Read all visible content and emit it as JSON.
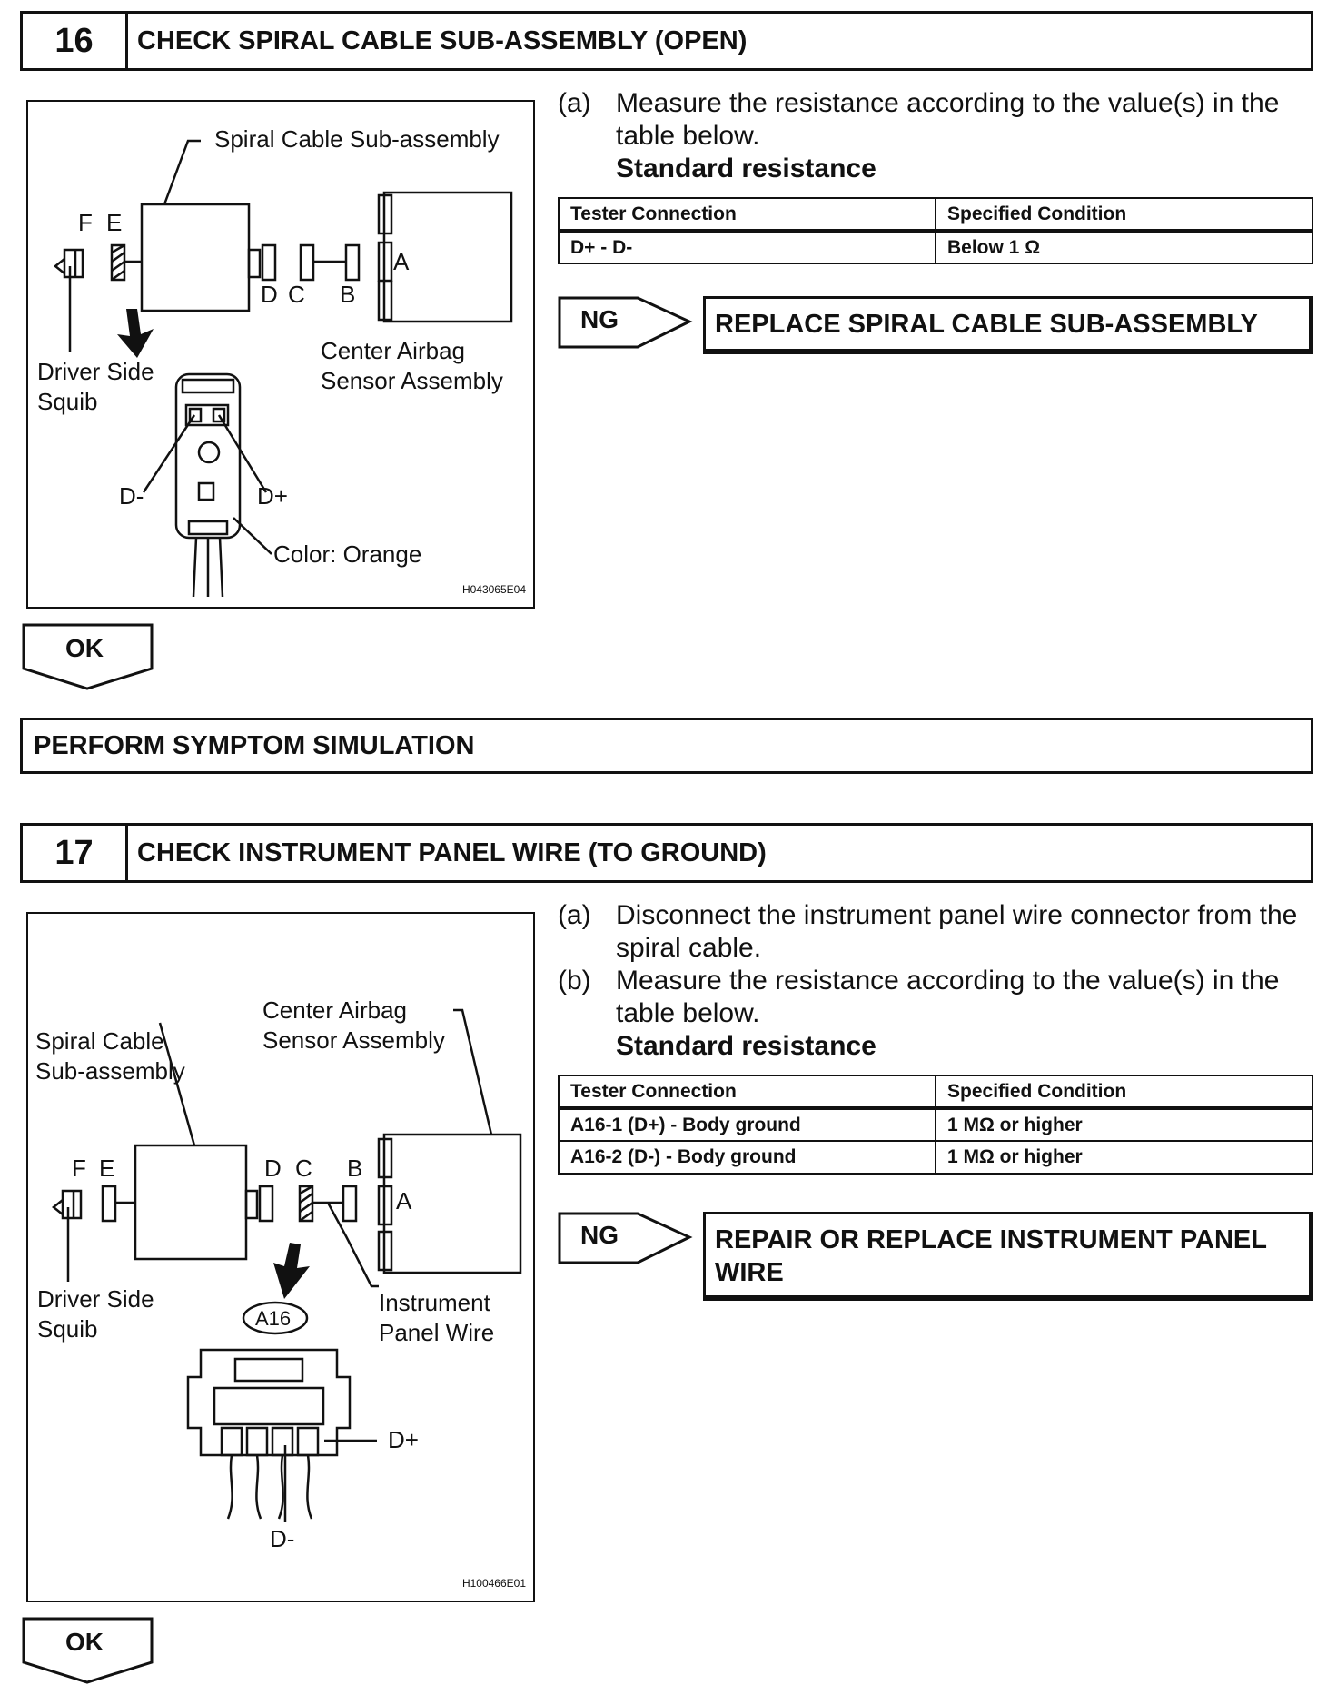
{
  "step16": {
    "number": "16",
    "title": "CHECK SPIRAL CABLE SUB-ASSEMBLY (OPEN)",
    "figure": {
      "labels": {
        "spiral_cable": "Spiral Cable Sub-assembly",
        "f": "F",
        "e": "E",
        "d": "D",
        "c": "C",
        "b": "B",
        "a": "A",
        "center_airbag": "Center Airbag\nSensor Assembly",
        "driver_side_squib": "Driver Side\nSquib",
        "d_minus": "D-",
        "d_plus": "D+",
        "color": "Color: Orange"
      },
      "code": "H043065E04"
    },
    "instructions": [
      {
        "label": "(a)",
        "text": "Measure the resistance according to the value(s) in the table below."
      }
    ],
    "standard_heading": "Standard resistance",
    "table": {
      "headers": [
        "Tester Connection",
        "Specified Condition"
      ],
      "rows": [
        [
          "D+ - D-",
          "Below 1 Ω"
        ]
      ]
    },
    "ng_label": "NG",
    "ng_action": "REPLACE SPIRAL CABLE SUB-ASSEMBLY",
    "ok_label": "OK"
  },
  "simulation_title": "PERFORM SYMPTOM SIMULATION",
  "step17": {
    "number": "17",
    "title": "CHECK INSTRUMENT PANEL WIRE (TO GROUND)",
    "figure": {
      "labels": {
        "center_airbag": "Center Airbag\nSensor Assembly",
        "spiral_cable": "Spiral Cable\nSub-assembly",
        "f": "F",
        "e": "E",
        "d": "D",
        "c": "C",
        "b": "B",
        "a": "A",
        "driver_side_squib": "Driver Side\nSquib",
        "connector_id": "A16",
        "instrument_panel_wire": "Instrument\nPanel Wire",
        "d_plus": "D+",
        "d_minus": "D-"
      },
      "code": "H100466E01"
    },
    "instructions": [
      {
        "label": "(a)",
        "text": "Disconnect the instrument panel wire connector from the spiral cable."
      },
      {
        "label": "(b)",
        "text": "Measure the resistance according to the value(s) in the table below."
      }
    ],
    "standard_heading": "Standard resistance",
    "table": {
      "headers": [
        "Tester Connection",
        "Specified Condition"
      ],
      "rows": [
        [
          "A16-1 (D+) - Body ground",
          "1 MΩ or higher"
        ],
        [
          "A16-2 (D-) - Body ground",
          "1 MΩ or higher"
        ]
      ]
    },
    "ng_label": "NG",
    "ng_action": "REPAIR OR REPLACE INSTRUMENT PANEL WIRE",
    "ok_label": "OK"
  }
}
